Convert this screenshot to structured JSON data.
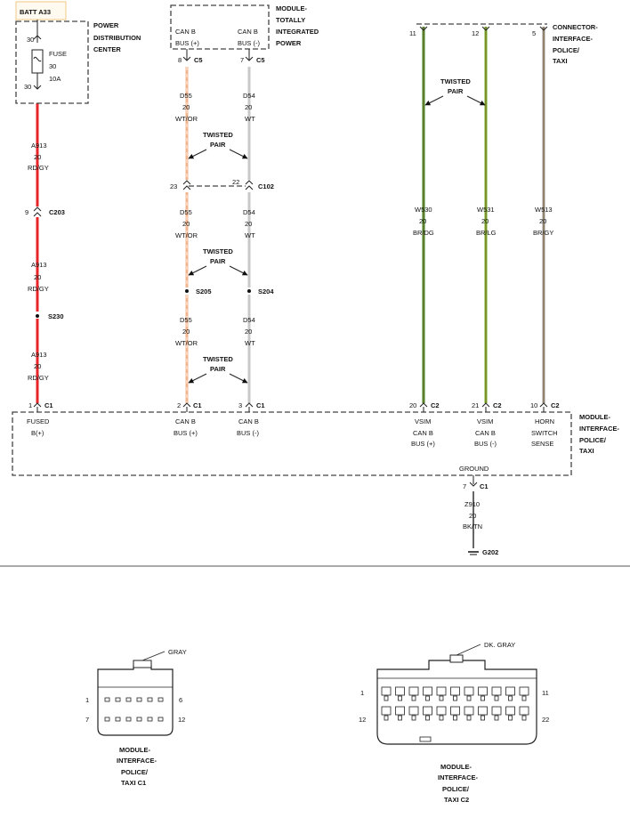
{
  "batt_label": "BATT A33",
  "pdc": {
    "name_1": "POWER",
    "name_2": "DISTRIBUTION",
    "name_3": "CENTER",
    "fuse_label": "FUSE",
    "fuse_num": "30",
    "fuse_rating": "10A",
    "pin_top": "30",
    "pin_bottom": "30"
  },
  "tipm": {
    "name_1": "MODULE-",
    "name_2": "TOTALLY",
    "name_3": "INTEGRATED",
    "name_4": "POWER",
    "pin_a_name_1": "CAN B",
    "pin_a_name_2": "BUS (+)",
    "pin_b_name_1": "CAN B",
    "pin_b_name_2": "BUS (-)",
    "pin_a_num": "8",
    "pin_b_num": "7",
    "connector": "C5"
  },
  "conn_top": {
    "name_1": "CONNECTOR-",
    "name_2": "INTERFACE-",
    "name_3": "POLICE/",
    "name_4": "TAXI",
    "pin_11": "11",
    "pin_12": "12",
    "pin_5": "5"
  },
  "wires": {
    "a913_id": "A913",
    "a913_gauge": "20",
    "a913_color": "RD/GY",
    "d55_id": "D55",
    "d55_gauge": "20",
    "d55_color": "WT/OR",
    "d54_id": "D54",
    "d54_gauge": "20",
    "d54_color": "WT",
    "w530_id": "W530",
    "w530_gauge": "20",
    "w530_color": "BR/DG",
    "w531_id": "W531",
    "w531_gauge": "20",
    "w531_color": "BR/LG",
    "w513_id": "W513",
    "w513_gauge": "20",
    "w513_color": "BR/GY",
    "z910_id": "Z910",
    "z910_gauge": "20",
    "z910_color": "BK/TN"
  },
  "twisted": {
    "line_1": "TWISTED",
    "line_2": "PAIR"
  },
  "connectors": {
    "c203": "C203",
    "c203_pin": "9",
    "c102": "C102",
    "c102_pin_a": "23",
    "c102_pin_b": "22"
  },
  "splices": {
    "s230": "S230",
    "s205": "S205",
    "s204": "S204"
  },
  "ground": {
    "g202": "G202"
  },
  "mip": {
    "name_1": "MODULE-",
    "name_2": "INTERFACE-",
    "name_3": "POLICE/",
    "name_4": "TAXI",
    "c1": "C1",
    "c2": "C2",
    "pin1_num": "1",
    "pin1_name_1": "FUSED",
    "pin1_name_2": "B(+)",
    "pin2_num": "2",
    "pin2_name_1": "CAN B",
    "pin2_name_2": "BUS (+)",
    "pin3_num": "3",
    "pin3_name_1": "CAN B",
    "pin3_name_2": "BUS (-)",
    "pin20_num": "20",
    "pin20_name_1": "VSIM",
    "pin20_name_2": "CAN B",
    "pin20_name_3": "BUS (+)",
    "pin21_num": "21",
    "pin21_name_1": "VSIM",
    "pin21_name_2": "CAN B",
    "pin21_name_3": "BUS (-)",
    "pin10_num": "10",
    "pin10_name_1": "HORN",
    "pin10_name_2": "SWITCH",
    "pin10_name_3": "SENSE",
    "ground_label": "GROUND",
    "ground_pin": "7"
  },
  "views": {
    "c1_color": "GRAY",
    "c1_pin_tl": "1",
    "c1_pin_tr": "6",
    "c1_pin_bl": "7",
    "c1_pin_br": "12",
    "c1_name_1": "MODULE-",
    "c1_name_2": "INTERFACE-",
    "c1_name_3": "POLICE/",
    "c1_name_4": "TAXI C1",
    "c2_color": "DK. GRAY",
    "c2_pin_tl": "1",
    "c2_pin_tr": "11",
    "c2_pin_bl": "12",
    "c2_pin_br": "22",
    "c2_name_1": "MODULE-",
    "c2_name_2": "INTERFACE-",
    "c2_name_3": "POLICE/",
    "c2_name_4": "TAXI C2"
  },
  "colors": {
    "red_wire": "#e8262a",
    "orange_wire": "#f2b48c",
    "white_wire": "#c8c8c8",
    "brown": "#8b6a3e",
    "green_dark": "#3a8a1e",
    "green_light": "#6fb61e",
    "gray": "#9a9a9a"
  }
}
